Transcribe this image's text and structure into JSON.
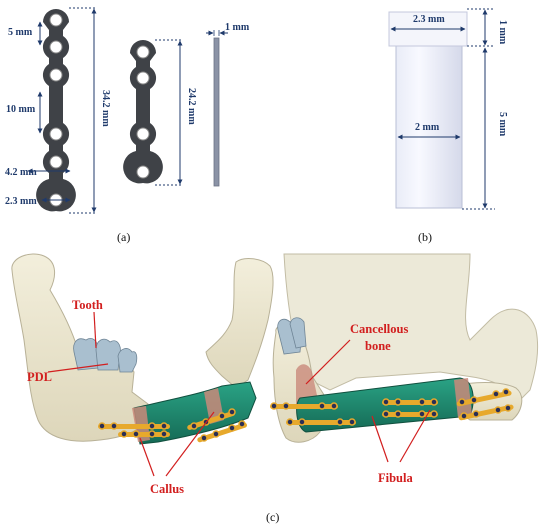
{
  "panel_a": {
    "caption": "(a)",
    "dims": {
      "hole_spacing_1": "5 mm",
      "hole_spacing_2": "10 mm",
      "outer_diameter": "4.2 mm",
      "inner_diameter": "2.3 mm",
      "long_plate_length": "34.2 mm",
      "short_plate_length": "24.2 mm",
      "thickness": "1 mm"
    }
  },
  "panel_b": {
    "caption": "(b)",
    "dims": {
      "head_diameter": "2.3 mm",
      "head_height": "1 mm",
      "shaft_diameter": "2 mm",
      "shaft_length": "5 mm"
    }
  },
  "panel_c": {
    "caption": "(c)",
    "labels": {
      "tooth": "Tooth",
      "pdl": "PDL",
      "callus": "Callus",
      "cancellous": "Cancellous",
      "bone": "bone",
      "fibula": "Fibula"
    }
  },
  "colors": {
    "plate": "#3f4247",
    "dimension": "#1f3a6b",
    "bone": "#ece7d2",
    "fibula_graft": "#1e8a6e",
    "tooth": "#a9bfcf",
    "screw_plate": "#e7a92c",
    "label": "#d21f1f"
  }
}
